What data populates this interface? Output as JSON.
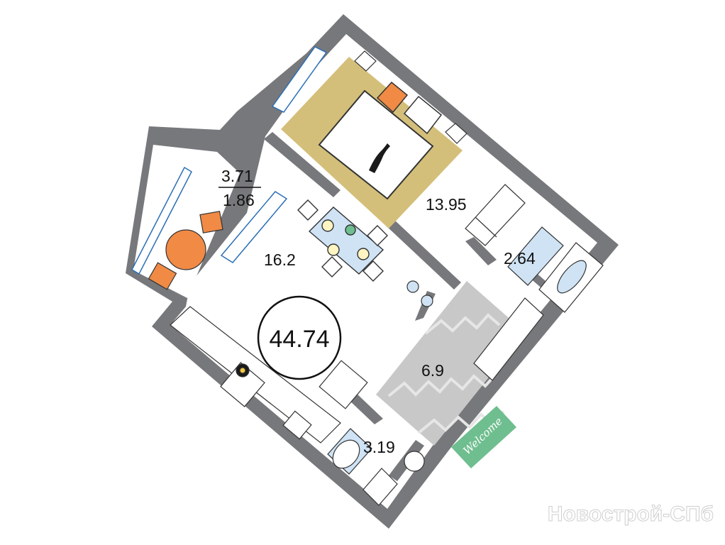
{
  "floor_plan": {
    "total_area": "44.74",
    "rooms": {
      "bedroom": {
        "area": "13.95"
      },
      "kitchen_living": {
        "area": "16.2"
      },
      "bathroom": {
        "area": "2.64"
      },
      "hallway": {
        "area": "6.9"
      },
      "toilet": {
        "area": "3.19"
      },
      "balcony": {
        "area": "3.71",
        "reduced_area": "1.86"
      }
    },
    "doormat_text": "Welcome",
    "watermark": "Новострой-СПб"
  },
  "colors": {
    "wall": "#77787b",
    "rug": "#d4bf7a",
    "window": "#2b6fb5",
    "orange": "#f08a45",
    "blue_fixture": "#cfe3f5",
    "green": "#6fbe8f",
    "hall_floor": "#c8c8c8"
  }
}
